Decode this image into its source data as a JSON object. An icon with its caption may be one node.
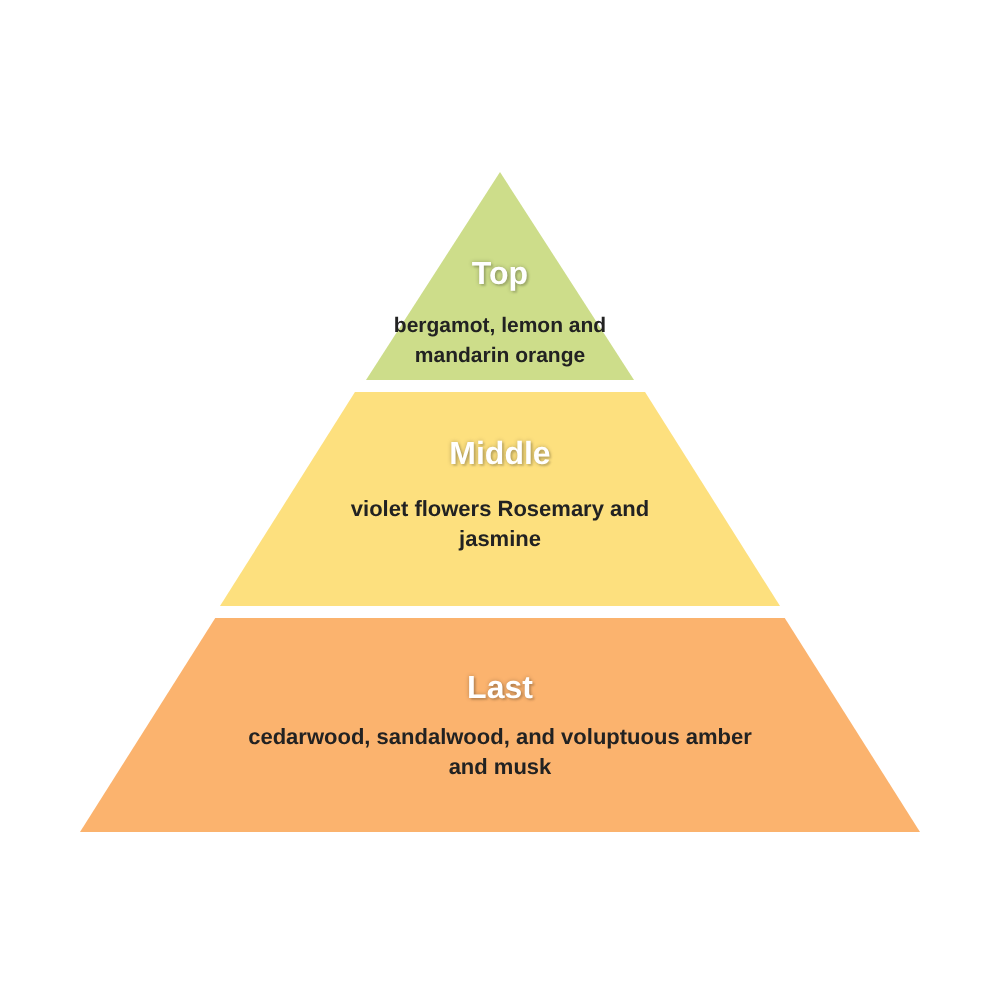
{
  "diagram": {
    "nodes": [
      {
        "text": [
          "Top",
          "bergamot, lemon and mandarin orange"
        ]
      },
      {
        "text": [
          "Middle",
          "violet flowers Rosemary and jasmine"
        ]
      },
      {
        "text": [
          "Last",
          "cedarwood, sandalwood, and voluptuous amber and musk"
        ]
      }
    ]
  }
}
